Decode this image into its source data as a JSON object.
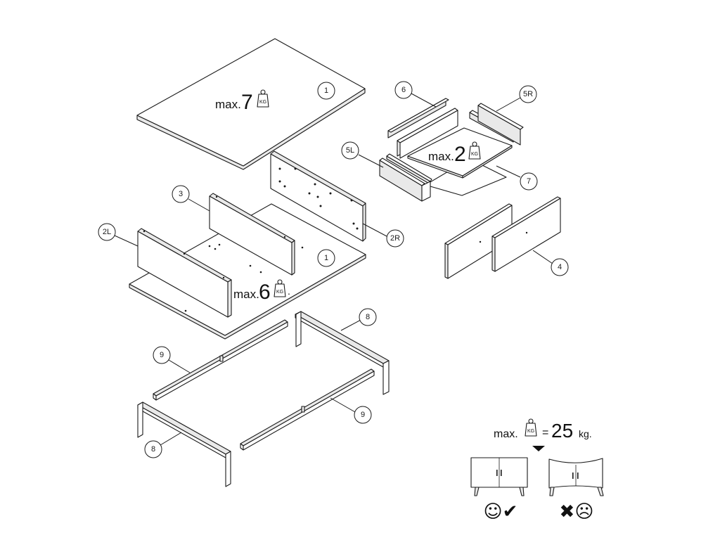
{
  "callouts": {
    "top_panel": "1",
    "bottom_panel": "1",
    "side_left": "2L",
    "side_right": "2R",
    "middle_panel": "3",
    "doors": "4",
    "drawer_side_left": "5L",
    "drawer_side_right": "5R",
    "drawer_front_back": "6",
    "drawer_bottom": "7",
    "frame_top": "8",
    "frame_bottom": "8",
    "rail_left": "9",
    "rail_right": "9"
  },
  "loads": {
    "top": {
      "prefix": "max.",
      "value": "7",
      "unit": "KG"
    },
    "bottom": {
      "prefix": "max.",
      "value": "6",
      "unit": "KG",
      "suffix": "."
    },
    "drawer": {
      "prefix": "max.",
      "value": "2",
      "unit": "KG"
    },
    "total": {
      "prefix": "max.",
      "unit": "KG",
      "equals": "=",
      "value": "25",
      "suffix": "kg."
    }
  },
  "status": {
    "ok_symbol": "☺✔",
    "bad_symbol": "✖☹"
  }
}
